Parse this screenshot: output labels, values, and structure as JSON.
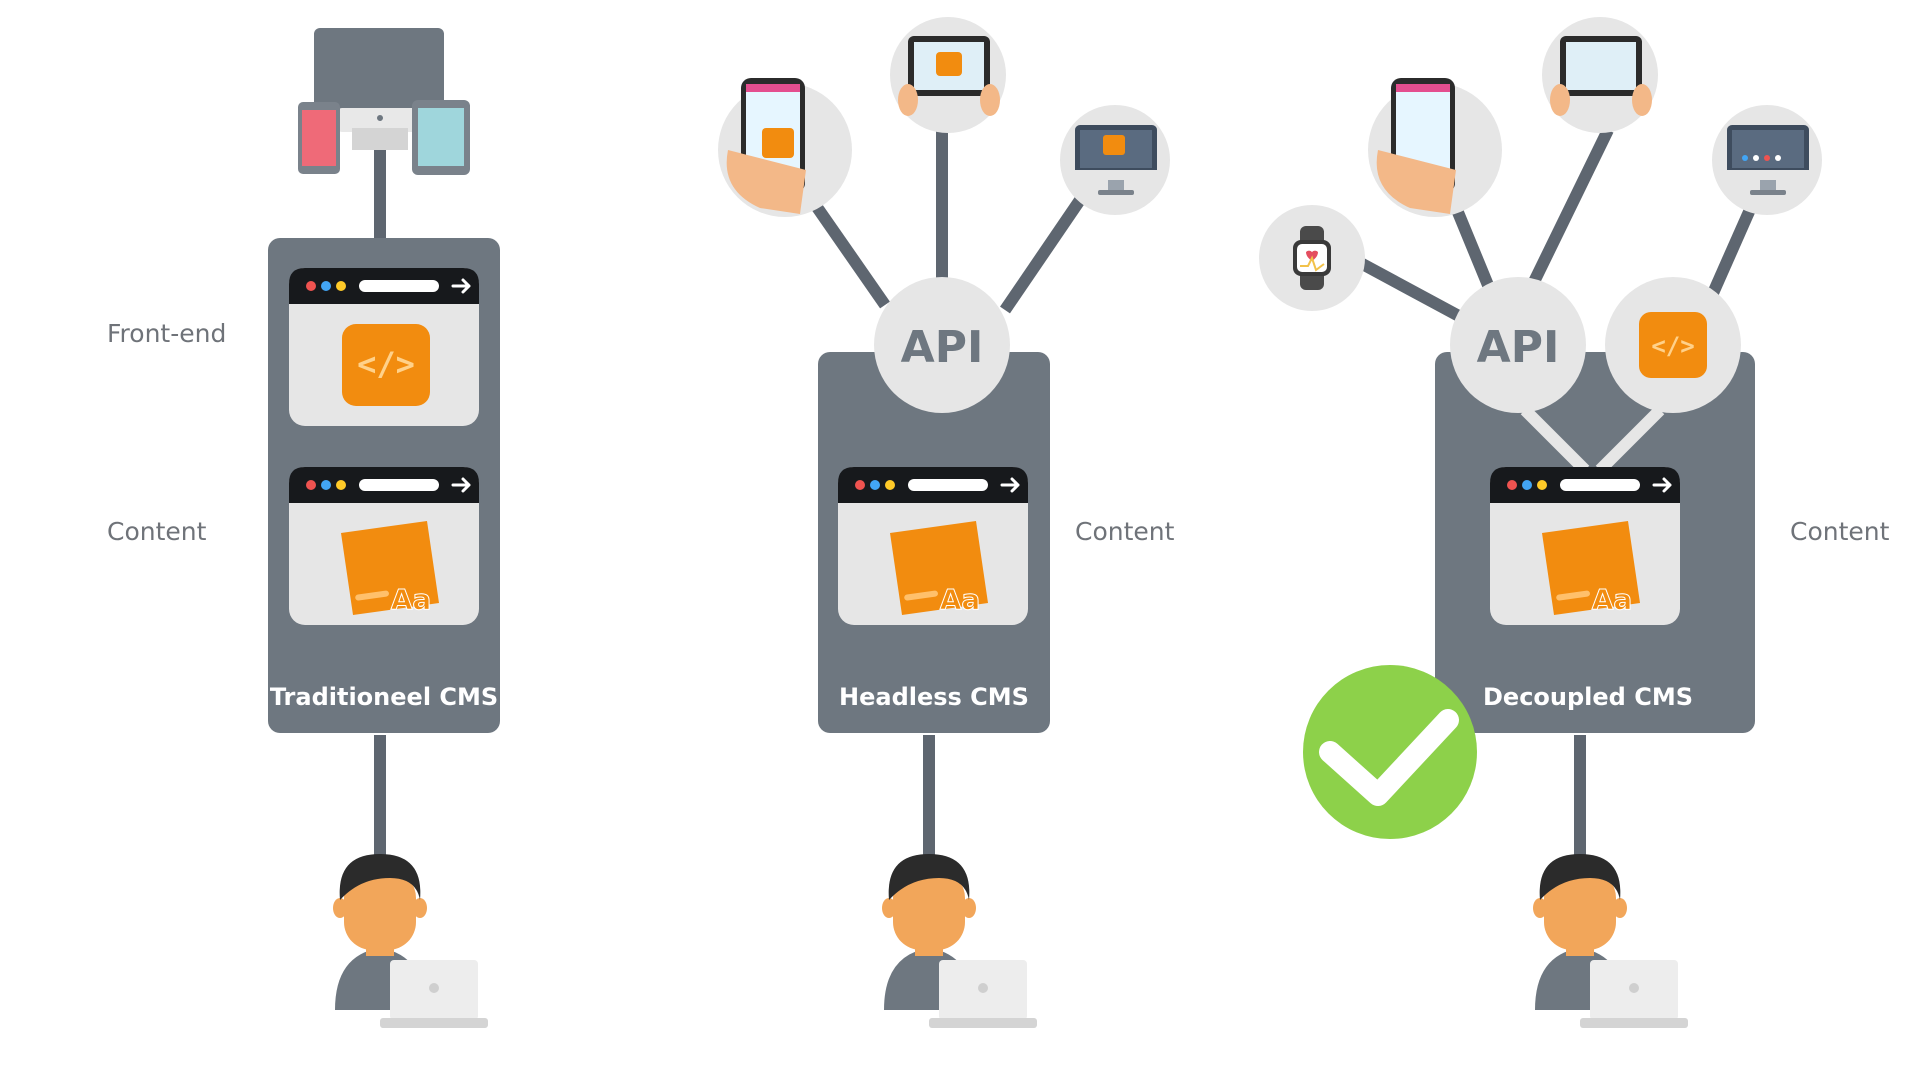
{
  "labels": {
    "frontend": "Front-end",
    "content": "Content"
  },
  "api_label": "API",
  "code_symbol": "</>",
  "font_symbol": "Aa",
  "cms": [
    {
      "title": "Traditioneel CMS"
    },
    {
      "title": "Headless CMS"
    },
    {
      "title": "Decoupled CMS"
    }
  ],
  "colors": {
    "panel": "#6e7780",
    "connector": "#5e6670",
    "circle": "#e6e6e6",
    "orange": "#f28c0f",
    "check": "#8dd14a",
    "text_gray": "#6f7379"
  },
  "icons": [
    "desktop-icon",
    "smartphone-icon",
    "tablet-icon",
    "smartwatch-icon",
    "developer-icon",
    "laptop-icon",
    "code-icon",
    "font-file-icon",
    "checkmark-icon"
  ]
}
